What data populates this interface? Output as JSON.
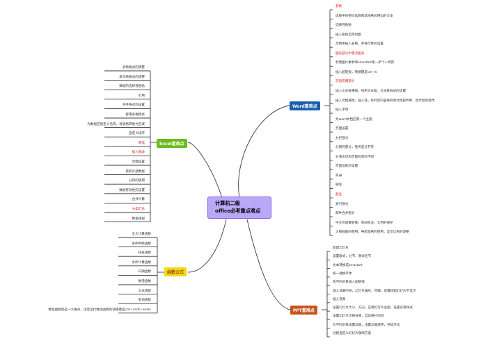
{
  "root": {
    "line1": "计算机二级",
    "line2": "office必考重点难点"
  },
  "branches": {
    "word": {
      "label": "Word重难点"
    },
    "excel": {
      "label": "Excel重难点"
    },
    "func": {
      "label": "函数公式"
    },
    "ppt": {
      "label": "PPT重难点"
    }
  },
  "word_items": [
    {
      "text": "替换",
      "red": true
    },
    {
      "text": "选择中的密码选择和选择格式相似的文本",
      "red": false
    },
    {
      "text": "选择性粘贴",
      "red": false
    },
    {
      "text": "插入系统自带封面",
      "red": false
    },
    {
      "text": "文档中插入表格，并进行样式设置",
      "red": false
    },
    {
      "text": "图表部分中重点图表",
      "red": true
    },
    {
      "text": "利用图片素材和smartart第一步个人简历",
      "red": false
    },
    {
      "text": "插入超链接，快捷键是ctrl+k",
      "red": false
    },
    {
      "text": "页眉页脚部分",
      "red": true
    },
    {
      "text": "插入文本框横线，绘制文本框，文本框样式的设置",
      "red": false
    },
    {
      "text": "插入文档属性，插入域，有时范内容保存到文档部件库，现代结的修改",
      "red": false
    },
    {
      "text": "插入字母",
      "red": false
    },
    {
      "text": "为word文档应用一个主题",
      "red": false
    },
    {
      "text": "页面设置",
      "red": false
    },
    {
      "text": "分栏部分",
      "red": false
    },
    {
      "text": "分隔符部分，重点是分节符",
      "red": false
    },
    {
      "text": "分清水印和页面背景的不同",
      "red": false
    },
    {
      "text": "页面边框的设置",
      "red": false
    },
    {
      "text": "目录",
      "red": false
    },
    {
      "text": "脚注",
      "red": false
    },
    {
      "text": "题注",
      "red": true
    },
    {
      "text": "索引部分",
      "red": false
    },
    {
      "text": "邮件合并部分",
      "red": false
    },
    {
      "text": "中文的简繁转换，审阅批注，文档的保护",
      "red": false
    },
    {
      "text": "大纲视图的使用，导航窗格的使用，显示比例的调整",
      "red": false
    }
  ],
  "excel_items": [
    {
      "text": "表格格式的调整",
      "red": false
    },
    {
      "text": "单元格格式的调整",
      "red": false
    },
    {
      "text": "数据的选择性粘贴",
      "red": false
    },
    {
      "text": "引用",
      "red": false
    },
    {
      "text": "条件格式的设置",
      "red": false
    },
    {
      "text": "套用表格格式",
      "red": false
    },
    {
      "text": "为数据区域定义名称，将表格转换为区域",
      "red": false
    },
    {
      "text": "自定义排序",
      "red": false
    },
    {
      "text": "筛选",
      "red": true
    },
    {
      "text": "插入图表",
      "red": true
    },
    {
      "text": "页面设置",
      "red": false
    },
    {
      "text": "获取外部数据",
      "red": false
    },
    {
      "text": "分列的使用",
      "red": false
    },
    {
      "text": "数据有效性的设置",
      "red": false
    },
    {
      "text": "合并计算",
      "red": false
    },
    {
      "text": "分类汇总",
      "red": true
    },
    {
      "text": "数据透视",
      "red": false
    }
  ],
  "func_items": [
    {
      "text": "五大计算函数",
      "red": false
    },
    {
      "text": "条件判断函数",
      "red": false
    },
    {
      "text": "排名函数",
      "red": false
    },
    {
      "text": "条件计算函数",
      "red": false
    },
    {
      "text": "日期函数",
      "red": false
    },
    {
      "text": "数值函数",
      "red": false
    },
    {
      "text": "文本函数",
      "red": false
    },
    {
      "text": "查询函数",
      "red": false
    },
    {
      "text": "数组函数就是一大难点，注意运行数组函数的快捷键是ctrl+shift+enter",
      "red": false
    }
  ],
  "ppt_items": [
    {
      "text": "新建幻灯片",
      "red": false
    },
    {
      "text": "设置版式，分节，重命名节",
      "red": false
    },
    {
      "text": "文本转换成smartart",
      "red": false
    },
    {
      "text": "统一替换字体",
      "red": false
    },
    {
      "text": "给不同对象插入超链接",
      "red": false
    },
    {
      "text": "插入日期时间，幻灯片编号，页脚，设置标题幻灯片不显示",
      "red": false
    },
    {
      "text": "插入音频",
      "red": false
    },
    {
      "text": "设置幻灯片大小，方向，应用幻灯片主题，设置背景样式",
      "red": false
    },
    {
      "text": "设置幻灯片切换效果，自动换片时间",
      "red": false
    },
    {
      "text": "为不同对象设置动画，设置动画顺序，开始方式",
      "red": false
    },
    {
      "text": "创建自定义幻灯片放映方案",
      "red": false
    }
  ]
}
